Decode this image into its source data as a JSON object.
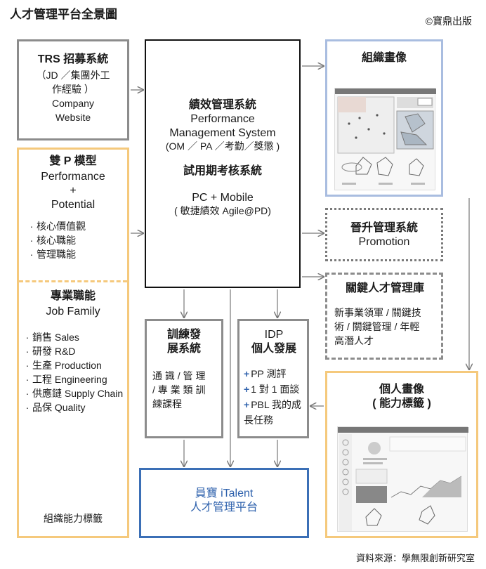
{
  "header": {
    "title": "人才管理平台全景圖",
    "publisher": "©寶鼎出版"
  },
  "footer": {
    "source": "資料來源：學無限創新研究室"
  },
  "trs": {
    "title": "TRS 招募系統",
    "line1": "（JD ／集團外工",
    "line2": "作經驗 ）",
    "line3": "Company",
    "line4": "Website"
  },
  "dualp": {
    "title": "雙 P 模型",
    "line1": "Performance",
    "line2": "+",
    "line3": "Potential",
    "items": [
      "核心價值觀",
      "核心職能",
      "管理職能"
    ]
  },
  "jobfamily": {
    "title": "專業職能",
    "subtitle": "Job Family",
    "items": [
      "銷售 Sales",
      "研發 R&D",
      "生產 Production",
      "工程 Engineering",
      "供應鏈 Supply Chain",
      "品保 Quality"
    ],
    "footer": "組織能力標籤"
  },
  "pms": {
    "line1": "績效管理系統",
    "line2": "Performance",
    "line3": "Management System",
    "line4": "(OM ／ PA ／考勤／獎懲 )",
    "line5": "試用期考核系統",
    "line6": "PC + Mobile",
    "line7": "( 敏捷績效 Agile@PD)"
  },
  "orgportrait": {
    "title": "組織畫像"
  },
  "promotion": {
    "title": "晉升管理系統",
    "subtitle": "Promotion"
  },
  "talentpool": {
    "title": "關鍵人才管理庫",
    "line1": "新事業領軍 / 關鍵技",
    "line2": "術 / 關鍵管理 / 年輕",
    "line3": "高潛人才"
  },
  "training": {
    "title1": "訓練發",
    "title2": "展系統",
    "line1": "通 識 / 管 理",
    "line2": "/ 專 業 類 訓",
    "line3": "練課程"
  },
  "idp": {
    "title1": "IDP",
    "title2": "個人發展",
    "items": [
      "PP 測評",
      "1 對 1 面談",
      "PBL 我的成",
      "長任務"
    ]
  },
  "personal": {
    "title1": "個人畫像",
    "title2": "( 能力標籤 )"
  },
  "italent": {
    "line1": "員寶 iTalent",
    "line2": "人才管理平台"
  },
  "colors": {
    "gray": "#8c8c8c",
    "orange": "#f5c97c",
    "blue": "#a9bde0",
    "darkblue": "#3b6fb6"
  }
}
